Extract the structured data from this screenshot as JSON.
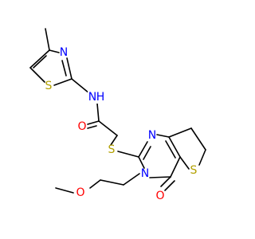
{
  "atoms": [
    {
      "id": "n_nh",
      "symbol": "N",
      "hydrogens": "H",
      "color": "#0000ff"
    },
    {
      "id": "o_amide",
      "symbol": "O",
      "color": "#ff0000"
    },
    {
      "id": "s_thioether",
      "symbol": "S",
      "color": "#b2a000"
    },
    {
      "id": "n_pyr1",
      "symbol": "N",
      "color": "#0000ff"
    },
    {
      "id": "n_pyr3",
      "symbol": "N",
      "color": "#0000ff"
    },
    {
      "id": "o_keto",
      "symbol": "O",
      "color": "#ff0000"
    },
    {
      "id": "s_thiophene",
      "symbol": "S",
      "color": "#b2a000"
    },
    {
      "id": "o_ether",
      "symbol": "O",
      "color": "#ff0000"
    },
    {
      "id": "n_thiazole",
      "symbol": "N",
      "color": "#0000ff"
    },
    {
      "id": "s_thiazole",
      "symbol": "S",
      "color": "#b2a000"
    }
  ],
  "bond_color": "#000000"
}
